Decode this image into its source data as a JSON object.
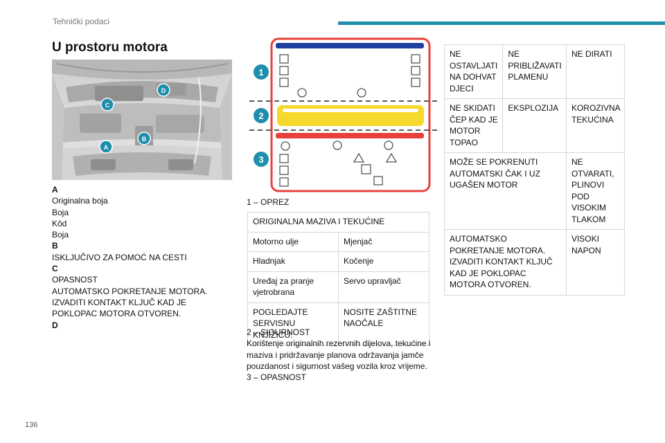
{
  "header": {
    "section": "Tehnički podaci",
    "accent_color": "#1f8eab"
  },
  "page_title": "U prostoru motora",
  "photo_markers": [
    "A",
    "B",
    "C",
    "D"
  ],
  "legend": [
    {
      "letter": "A",
      "lines": [
        "Originalna boja",
        "Boja",
        "Kôd",
        "Boja"
      ]
    },
    {
      "letter": "B",
      "lines": [
        "ISKLJUČIVO ZA POMOĆ NA CESTI"
      ]
    },
    {
      "letter": "C",
      "lines": [
        "OPASNOST",
        "AUTOMATSKO POKRETANJE MOTORA. IZVADITI KONTAKT KLJUČ KAD JE POKLOPAC MOTORA OTVOREN."
      ]
    },
    {
      "letter": "D",
      "lines": []
    }
  ],
  "diagram": {
    "numbers": [
      "1",
      "2",
      "3"
    ],
    "colors": {
      "border": "#e8403a",
      "blue": "#1f3f9e",
      "yellow": "#f6d92c",
      "red": "#e8403a",
      "marker": "#1f8eab"
    }
  },
  "item1": {
    "title": "1 – OPREZ",
    "table_header": "ORIGINALNA MAZIVA I TEKUĆINE",
    "rows": [
      [
        "Motorno ulje",
        "Mjenjač"
      ],
      [
        "Hladnjak",
        "Kočenje"
      ],
      [
        "Uređaj za pranje vjetrobrana",
        "Servo upravljač"
      ],
      [
        "POGLEDAJTE SERVISNU KNJIŽICU.",
        "NOSITE ZAŠTITNE NAOČALE"
      ]
    ]
  },
  "item2": {
    "title": "2 – SIGURNOST",
    "text": "Korištenje originalnih rezervnih dijelova, tekućine i maziva i pridržavanje planova održavanja jamče pouzdanost i sigurnost vašeg vozila kroz vrijeme."
  },
  "item3": {
    "title": "3 – OPASNOST"
  },
  "warnings": {
    "r1": [
      "NE OSTAVLJATI NA DOHVAT DJECI",
      "NE PRIBLIŽAVATI PLAMENU",
      "NE DIRATI"
    ],
    "r2": [
      "NE SKIDATI ČEP KAD JE MOTOR TOPAO",
      "EKSPLOZIJA",
      "KOROZIVNA TEKUĆINA"
    ],
    "r3": [
      "MOŽE SE POKRENUTI AUTOMATSKI ČAK I UZ UGAŠEN MOTOR",
      "NE OTVARATI, PLINOVI POD VISOKIM TLAKOM"
    ],
    "r4": [
      "AUTOMATSKO POKRETANJE MOTORA. IZVADITI KONTAKT KLJUČ KAD JE POKLOPAC MOTORA OTVOREN.",
      "VISOKI NAPON"
    ]
  },
  "page_number": "136"
}
